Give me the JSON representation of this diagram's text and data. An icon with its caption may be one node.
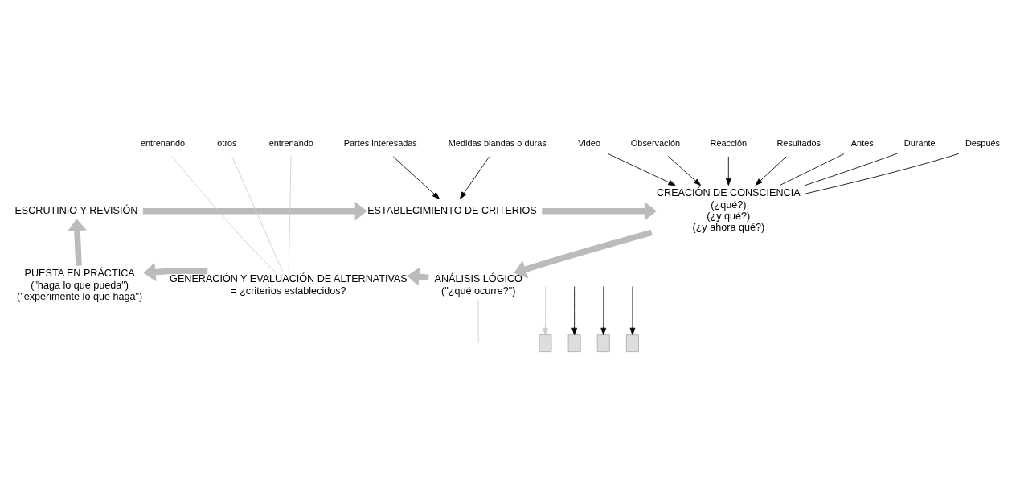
{
  "diagram": {
    "nodes": [
      {
        "text": [
          "ESCRUTINIO Y REVISIÓN"
        ]
      },
      {
        "text": [
          "Partes interesadas"
        ]
      },
      {
        "text": [
          "ESTABLECIMIENTO DE CRITERIOS"
        ]
      },
      {
        "text": [
          "Medidas blandas o duras"
        ]
      },
      {
        "text": [
          "Video"
        ]
      },
      {
        "text": [
          "Observación"
        ]
      },
      {
        "text": [
          "Reacción"
        ]
      },
      {
        "text": [
          "Resultados"
        ]
      },
      {
        "text": [
          "CREACIÓN DE CONSCIENCIA",
          "(¿qué?)",
          "(¿y qué?)",
          "(¿y ahora qué?)"
        ]
      },
      {
        "text": [
          "Antes"
        ]
      },
      {
        "text": [
          "Durante"
        ]
      },
      {
        "text": [
          "Después"
        ]
      },
      {
        "text": [
          "entrenando"
        ]
      },
      {
        "text": [
          "otros"
        ]
      },
      {
        "text": [
          "entrenando"
        ]
      },
      {
        "text": [
          "PUESTA EN PRÁCTICA",
          "(\"haga lo que pueda\")",
          "(\"experimente lo que haga\")"
        ]
      },
      {
        "text": [
          "GENERACIÓN Y EVALUACIÓN DE ALTERNATIVAS",
          "= ¿criterios establecidos?"
        ]
      },
      {
        "text": [
          "ANÁLISIS LÓGICO",
          "(\"¿qué ocurre?\")"
        ]
      },
      {
        "text": [],
        "shape": "box"
      },
      {
        "text": [],
        "shape": "box"
      },
      {
        "text": [],
        "shape": "box"
      },
      {
        "text": [],
        "shape": "box"
      }
    ],
    "edges": [
      {
        "from": 0,
        "to": 2,
        "arrow": "to",
        "style": "thick",
        "color": "#bbbbbb"
      },
      {
        "from": 2,
        "to": 8,
        "arrow": "to",
        "style": "thick",
        "color": "#bbbbbb"
      },
      {
        "from": 8,
        "to": 17,
        "arrow": "to",
        "style": "thick",
        "color": "#bbbbbb"
      },
      {
        "from": 17,
        "to": 16,
        "arrow": "to",
        "style": "thick",
        "color": "#bbbbbb"
      },
      {
        "from": 16,
        "to": 15,
        "arrow": "to",
        "style": "thick",
        "color": "#bbbbbb"
      },
      {
        "from": 15,
        "to": 0,
        "arrow": "to",
        "style": "thick",
        "color": "#bbbbbb"
      },
      {
        "from": 1,
        "to": 2,
        "arrow": "to"
      },
      {
        "from": 3,
        "to": 2,
        "arrow": "to"
      },
      {
        "from": 4,
        "to": 8,
        "arrow": "to"
      },
      {
        "from": 5,
        "to": 8,
        "arrow": "to"
      },
      {
        "from": 6,
        "to": 8,
        "arrow": "to"
      },
      {
        "from": 7,
        "to": 8,
        "arrow": "to"
      },
      {
        "from": 9,
        "to": 8,
        "arrow": "none"
      },
      {
        "from": 10,
        "to": 8,
        "arrow": "none"
      },
      {
        "from": 11,
        "to": 8,
        "arrow": "none"
      },
      {
        "from": 12,
        "to": 16,
        "arrow": "none",
        "color": "#cccccc"
      },
      {
        "from": 13,
        "to": 16,
        "arrow": "none",
        "color": "#cccccc"
      },
      {
        "from": 14,
        "to": 16,
        "arrow": "none",
        "color": "#cccccc"
      },
      {
        "from": 17,
        "to": null,
        "arrow": "none",
        "color": "#cccccc"
      },
      {
        "from": null,
        "to": 18,
        "arrow": "to",
        "color": "#cccccc"
      },
      {
        "from": null,
        "to": 19,
        "arrow": "to"
      },
      {
        "from": null,
        "to": 20,
        "arrow": "to"
      },
      {
        "from": null,
        "to": 21,
        "arrow": "to"
      }
    ]
  }
}
